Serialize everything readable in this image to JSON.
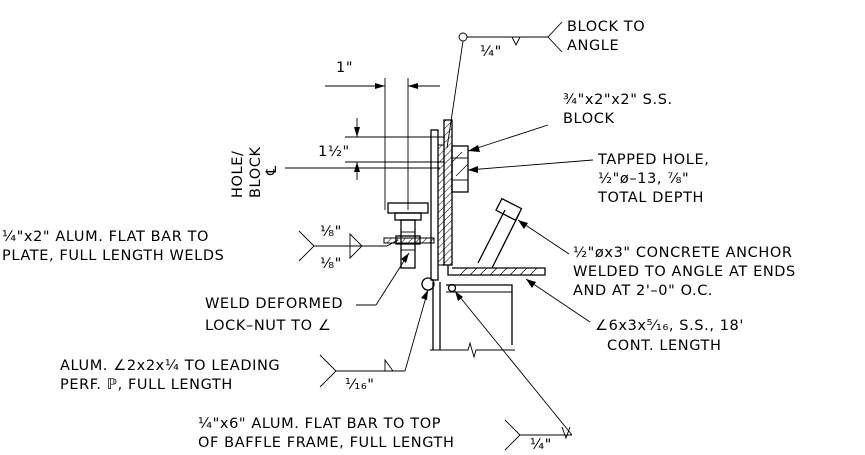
{
  "drawing": {
    "ink_color": "#000000",
    "background_color": "#ffffff",
    "dimensions": {
      "one_inch": "1\"",
      "one_and_half": "1½\""
    },
    "centerline_label": [
      "HOLE/",
      "BLOCK"
    ],
    "centerline_symbol": "℄",
    "callouts": {
      "block_to_angle": {
        "lines": [
          "BLOCK TO",
          "ANGLE"
        ],
        "weld_size": "¼\""
      },
      "ss_block": {
        "lines": [
          "¾\"x2\"x2\" S.S.",
          "BLOCK"
        ]
      },
      "tapped_hole": {
        "lines": [
          "TAPPED HOLE,",
          "½\"ø–13, ⅞\"",
          "TOTAL DEPTH"
        ]
      },
      "flat_bar_to_plate": {
        "lines": [
          "¼\"x2\" ALUM. FLAT BAR TO",
          "PLATE, FULL LENGTH WELDS"
        ],
        "weld_size_top": "⅛\"",
        "weld_size_bottom": "⅛\""
      },
      "concrete_anchor": {
        "lines": [
          "½\"øx3\" CONCRETE ANCHOR",
          "WELDED TO ANGLE AT ENDS",
          "AND AT 2'–0\" O.C."
        ]
      },
      "weld_lock_nut": {
        "lines": [
          "WELD DEFORMED",
          "LOCK–NUT TO ∠"
        ]
      },
      "ss_angle": {
        "lines": [
          "∠6x3x⁵⁄₁₆, S.S., 18'",
          "CONT. LENGTH"
        ]
      },
      "alum_angle": {
        "lines": [
          "ALUM. ∠2x2x¼ TO LEADING",
          "PERF. ℙ, FULL LENGTH"
        ],
        "weld_size": "¹⁄₁₆\""
      },
      "baffle_flat_bar": {
        "lines": [
          "¼\"x6\" ALUM. FLAT BAR TO TOP",
          "OF BAFFLE FRAME, FULL LENGTH"
        ],
        "weld_size": "¼\""
      }
    }
  }
}
